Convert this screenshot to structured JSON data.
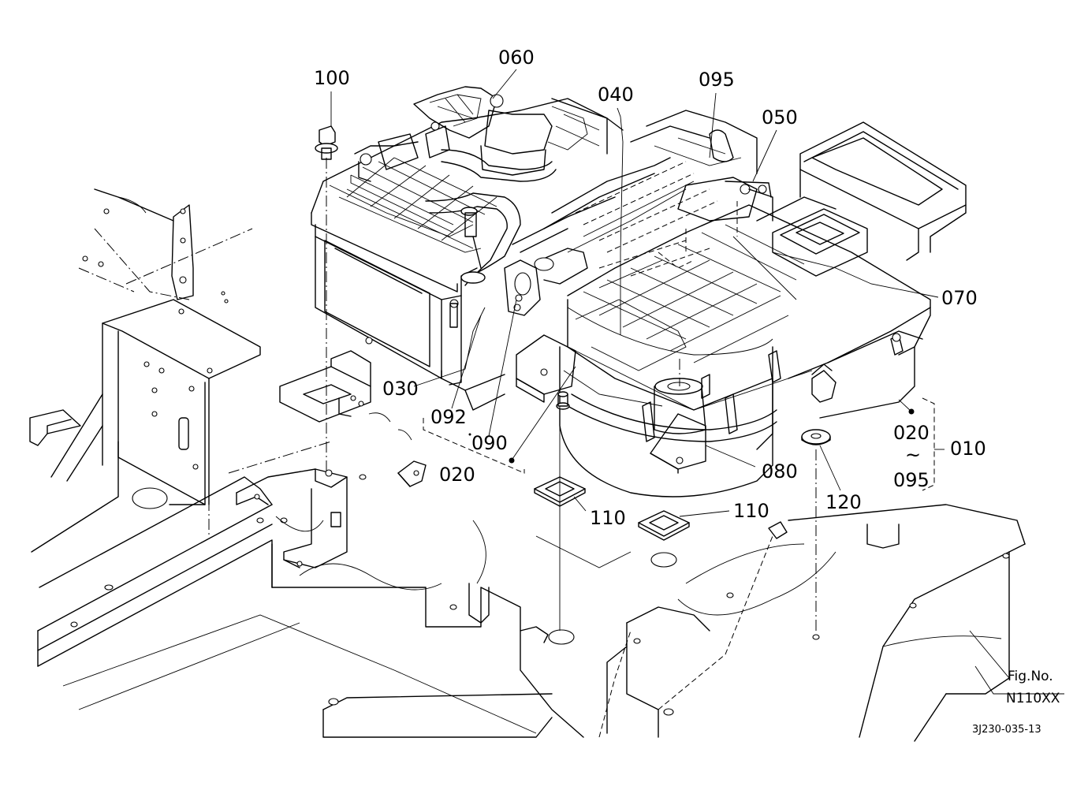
{
  "part_labels": {
    "p060": "060",
    "p100": "100",
    "p040": "040",
    "p095_top": "095",
    "p050": "050",
    "p070": "070",
    "p030": "030",
    "p092": "092",
    "p090": "090",
    "p020_left": "020",
    "p020_right": "020",
    "p080": "080",
    "p010": "010",
    "p095_right": "095",
    "p110_a": "110",
    "p110_b": "110",
    "p120": "120",
    "tilde": "~"
  },
  "figure": {
    "fig_label": "Fig.No.",
    "fig_number": "N110XX",
    "drawing_code": "3J230-035-13"
  },
  "colors": {
    "line": "#000000",
    "background": "#ffffff"
  }
}
